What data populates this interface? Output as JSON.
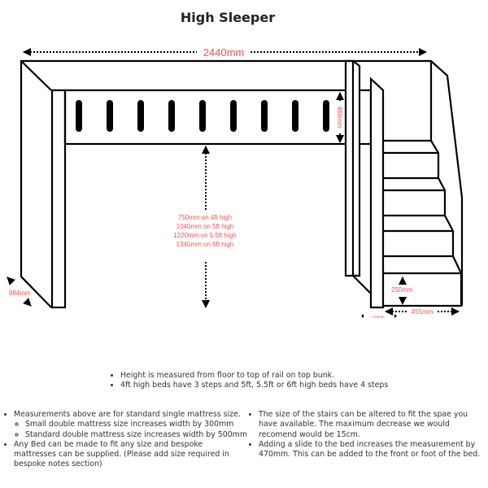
{
  "title": "High Sleeper",
  "dimensions": {
    "total_width": "2440mm",
    "rail_height": "460mm",
    "heights": [
      "750mm on 4ft high",
      "1040mm on 5ft high",
      "1220mm on 5.5ft high",
      "1340mm on 6ft high"
    ],
    "depth": "984mm",
    "step_height": "250mm",
    "stair_depth": "455mm",
    "post_width": "120mm"
  },
  "notes_top": [
    "Height is measured from floor to top of rail on top bunk.",
    "4ft high beds have 3 steps and 5ft, 5.5ft or 6ft high beds have 4 steps"
  ],
  "notes_left": {
    "item1": "Measurements above are for standard single mattress size.",
    "sub": [
      "Small double mattress size increases width by 300mm",
      "Standard double mattress size increases width by 500mm"
    ],
    "item2": "Any Bed can be made to fit any size and bespoke mattresses can be supplied. (Please add size required in bespoke notes section)"
  },
  "notes_right": [
    "The size of the stairs can be altered to fit the spae you have available. The maximum decrease we would recomend would be 15cm.",
    "Adding a slide to the bed increases the measurement by 470mm. This can be added to the front or foot of the bed."
  ],
  "colors": {
    "dimension": "#ff4d4d",
    "line": "#000000"
  }
}
